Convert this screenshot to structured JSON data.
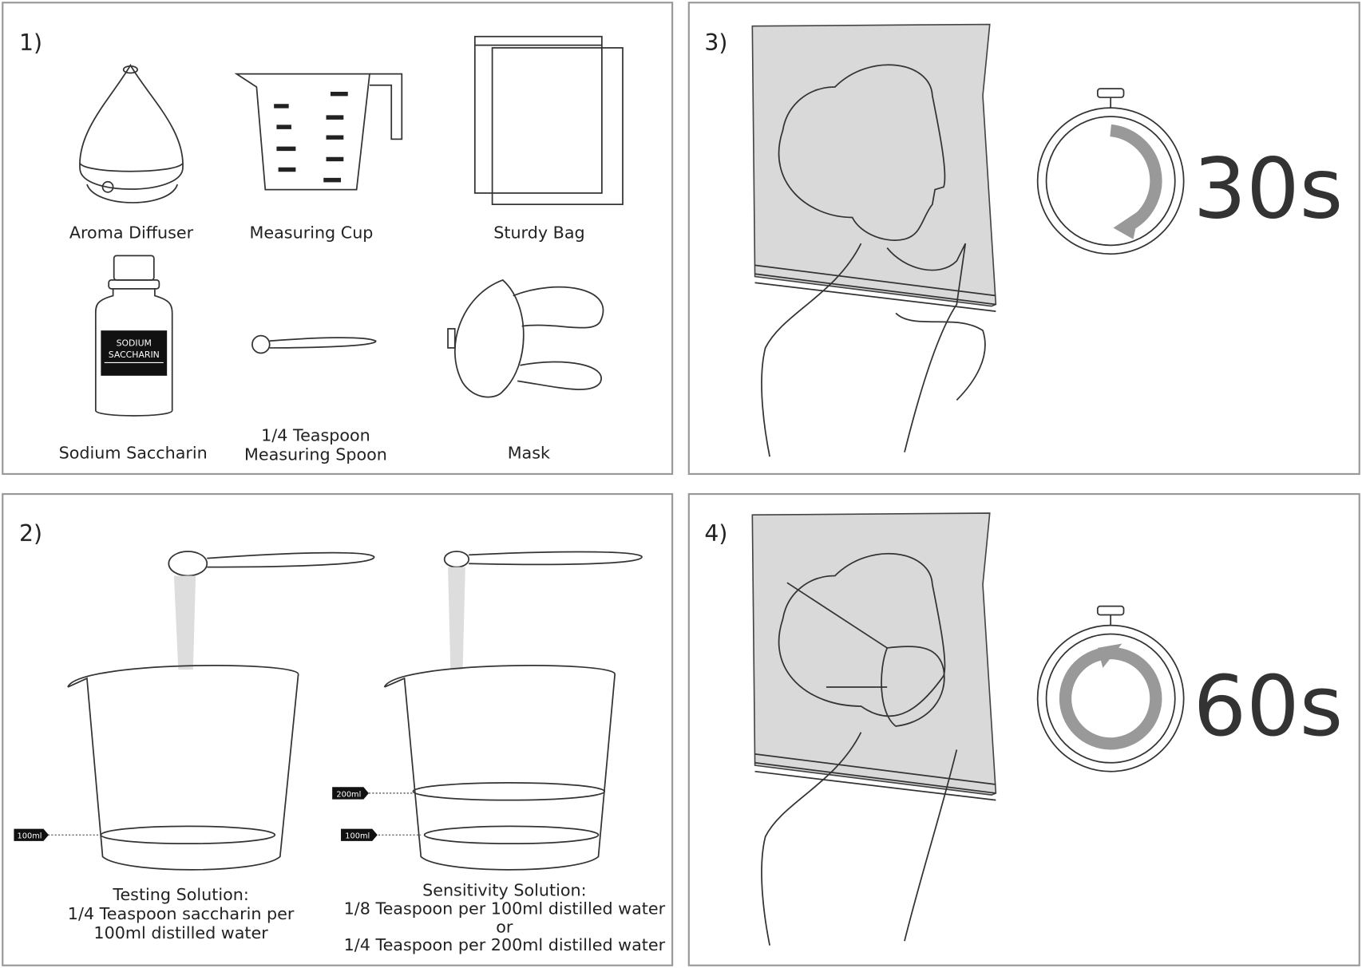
{
  "panels": {
    "p1": {
      "number": "1)",
      "items": {
        "diffuser": "Aroma Diffuser",
        "cup": "Measuring Cup",
        "bag": "Sturdy Bag",
        "saccharin": "Sodium Saccharin",
        "spoon_line1": "1/4 Teaspoon",
        "spoon_line2": "Measuring Spoon",
        "mask": "Mask"
      },
      "bottle_label": [
        "SODIUM",
        "SACCHARIN"
      ]
    },
    "p2": {
      "number": "2)",
      "testing": [
        "Testing Solution:",
        "1/4 Teaspoon saccharin per",
        "100ml distilled water"
      ],
      "sensitivity": [
        "Sensitivity Solution:",
        "1/8 Teaspoon per 100ml distilled water",
        "or",
        "1/4 Teaspoon per 200ml distilled water"
      ],
      "tag_100": "100ml",
      "tag_200": "200ml"
    },
    "p3": {
      "number": "3)",
      "timer": "30s"
    },
    "p4": {
      "number": "4)",
      "timer": "60s"
    }
  },
  "colors": {
    "bag": "#d9d9d9",
    "arrow": "#999999",
    "line": "#333333"
  }
}
